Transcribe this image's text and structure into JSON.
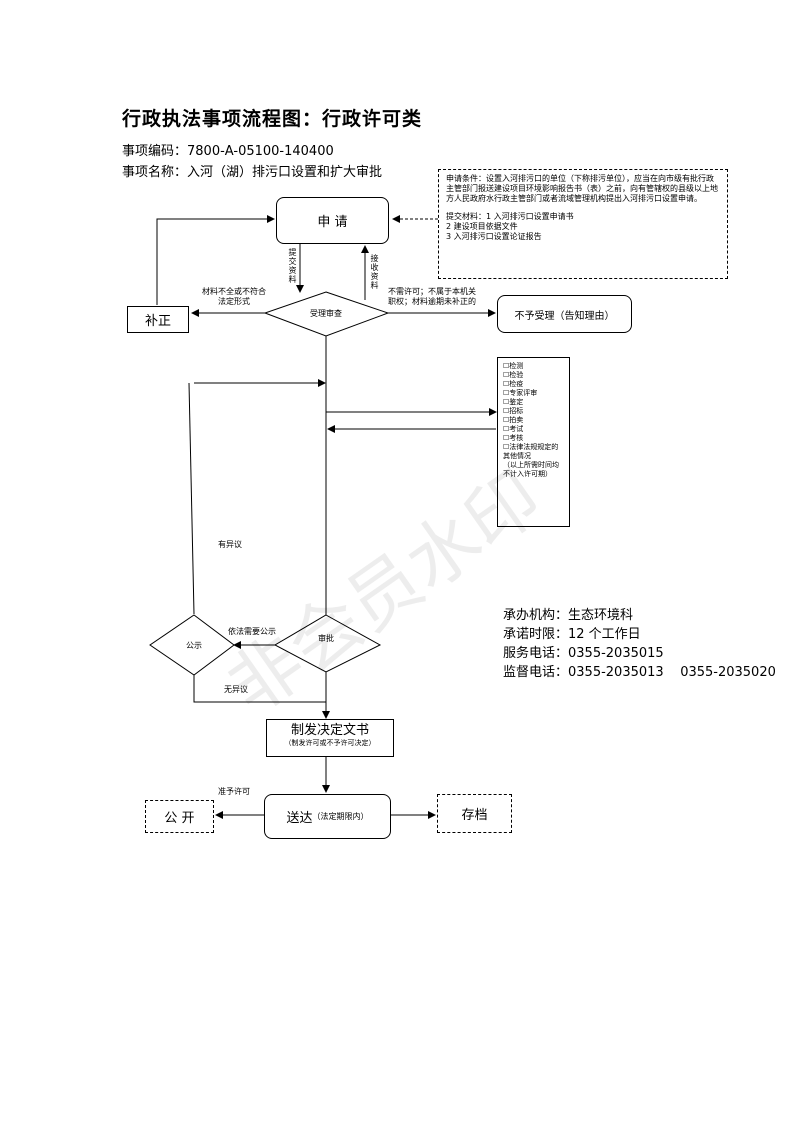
{
  "header": {
    "title": "行政执法事项流程图：行政许可类",
    "code": "事项编码：7800-A-05100-140400",
    "name": "事项名称：入河（湖）排污口设置和扩大审批"
  },
  "note": {
    "conditions": "申请条件：设置入河排污口的单位（下称排污单位），应当在向市级有批行政主管部门报送建设项目环境影响报告书（表）之前，向有管辖权的县级以上地方人民政府水行政主管部门或者流域管理机构提出入河排污口设置申请。",
    "materials_title": "提交材料：1 入河排污口设置申请书",
    "material_2": "2 建设项目依据文件",
    "material_3": "3 入河排污口设置论证报告"
  },
  "nodes": {
    "apply": "申 请",
    "submit": "提交资料",
    "receive": "接收资料",
    "review": "受理审查",
    "supplement": "补正",
    "supplement_label_1": "材料不全或不符合",
    "supplement_label_2": "法定形式",
    "reject_label_1": "不需许可；不属于本机关",
    "reject_label_2": "职权；材料逾期未补正的",
    "reject": "不予受理（告知理由）",
    "checks": [
      "☐检测",
      "☐检验",
      "☐检疫",
      "☐专家评审",
      "☐鉴定",
      "☐招标",
      "☐拍卖",
      "☐考试",
      "☐考核",
      "☐法律法规规定的其他情况",
      "（以上所需时间均不计入许可期）"
    ],
    "objection": "有异议",
    "publicize_label": "依法需要公示",
    "publicize": "公示",
    "approve": "审批",
    "no_objection": "无异议",
    "decision": "制发决定文书",
    "decision_sub": "（制发许可或不予许可决定）",
    "grant_label": "准予许可",
    "publish": "公 开",
    "deliver": "送达",
    "deliver_sub": "（法定期限内）",
    "archive": "存档"
  },
  "info": {
    "agency": "承办机构：生态环境科",
    "time_limit": "承诺时限：12 个工作日",
    "service_phone": "服务电话：0355-2035015",
    "supervise_phone": "监督电话：0355-2035013    0355-2035020"
  },
  "watermark": "非会员水印"
}
